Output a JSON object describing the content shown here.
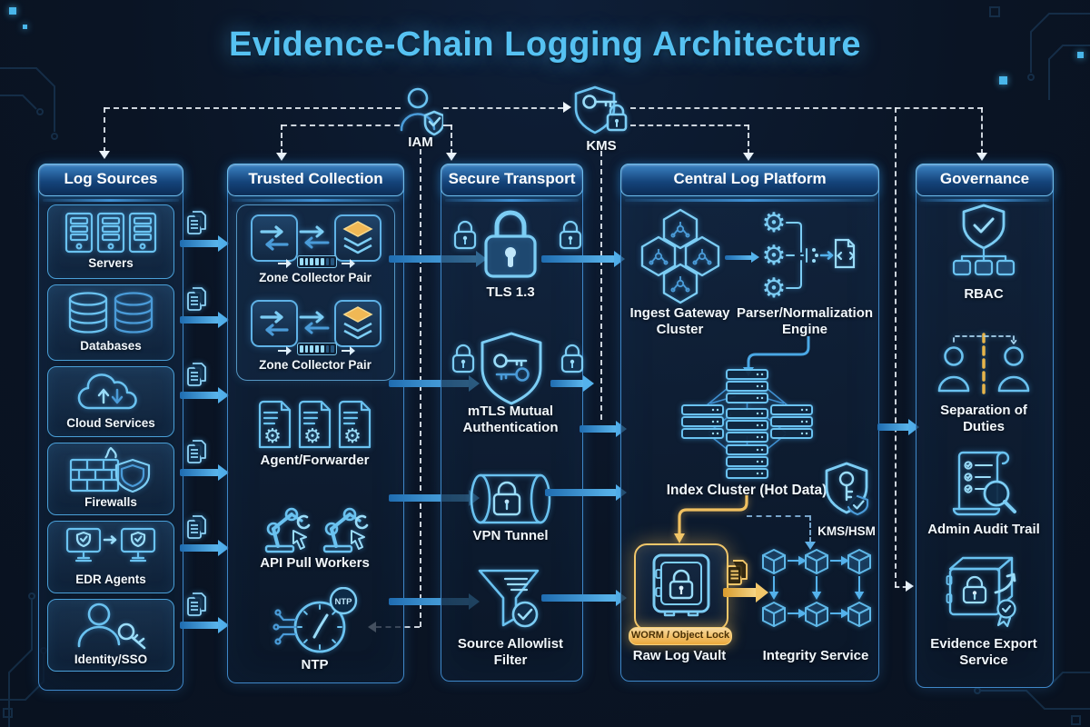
{
  "title": "Evidence-Chain Logging Architecture",
  "colors": {
    "accent": "#4fb8ee",
    "panel_border": "#3f87c8",
    "arrow": "#54b2ec",
    "gold": "#f0b849",
    "header_text": "#ffffff"
  },
  "top_icons": [
    {
      "name": "iam",
      "label": "IAM"
    },
    {
      "name": "kms",
      "label": "KMS"
    }
  ],
  "icons": {
    "gear": "⚙"
  },
  "columns": [
    {
      "title": "Log Sources",
      "items": [
        {
          "label": "Servers",
          "icon": "servers-icon"
        },
        {
          "label": "Databases",
          "icon": "databases-icon"
        },
        {
          "label": "Cloud Services",
          "icon": "cloud-sync-icon"
        },
        {
          "label": "Firewalls",
          "icon": "firewall-shield-icon"
        },
        {
          "label": "EDR Agents",
          "icon": "edr-monitors-icon"
        },
        {
          "label": "Identity/SSO",
          "icon": "identity-key-icon"
        }
      ]
    },
    {
      "title": "Trusted Collection",
      "items": [
        {
          "label": "Zone Collector Pair",
          "icon": "zone-collector-icon"
        },
        {
          "label": "Zone Collector Pair",
          "icon": "zone-collector-icon"
        },
        {
          "label": "Agent/Forwarder",
          "icon": "agent-docs-icon"
        },
        {
          "label": "API Pull Workers",
          "icon": "robot-arm-icon"
        },
        {
          "label": "NTP",
          "icon": "ntp-clock-icon",
          "badge": "NTP"
        }
      ]
    },
    {
      "title": "Secure Transport",
      "items": [
        {
          "label": "TLS 1.3",
          "icon": "padlock-icon"
        },
        {
          "label": "mTLS Mutual Authentication",
          "icon": "shield-keys-icon"
        },
        {
          "label": "VPN Tunnel",
          "icon": "tunnel-lock-icon"
        },
        {
          "label": "Source Allowlist Filter",
          "icon": "funnel-check-icon"
        }
      ]
    },
    {
      "title": "Central Log Platform",
      "items": [
        {
          "label": "Ingest Gateway Cluster",
          "icon": "hex-cluster-icon"
        },
        {
          "label": "Parser/Normalization Engine",
          "icon": "gears-pipeline-icon"
        },
        {
          "label": "Index Cluster (Hot Data)",
          "icon": "server-mesh-icon"
        },
        {
          "label": "KMS/HSM",
          "icon": "shield-key-check-icon"
        },
        {
          "label": "Raw Log Vault",
          "icon": "vault-icon",
          "badge": "WORM / Object Lock"
        },
        {
          "label": "Integrity Service",
          "icon": "hash-chain-cubes-icon"
        }
      ]
    },
    {
      "title": "Governance",
      "items": [
        {
          "label": "RBAC",
          "icon": "shield-hierarchy-icon"
        },
        {
          "label": "Separation of Duties",
          "icon": "two-users-divider-icon"
        },
        {
          "label": "Admin Audit Trail",
          "icon": "scroll-magnifier-icon"
        },
        {
          "label": "Evidence Export Service",
          "icon": "safe-export-seal-icon"
        }
      ]
    }
  ]
}
